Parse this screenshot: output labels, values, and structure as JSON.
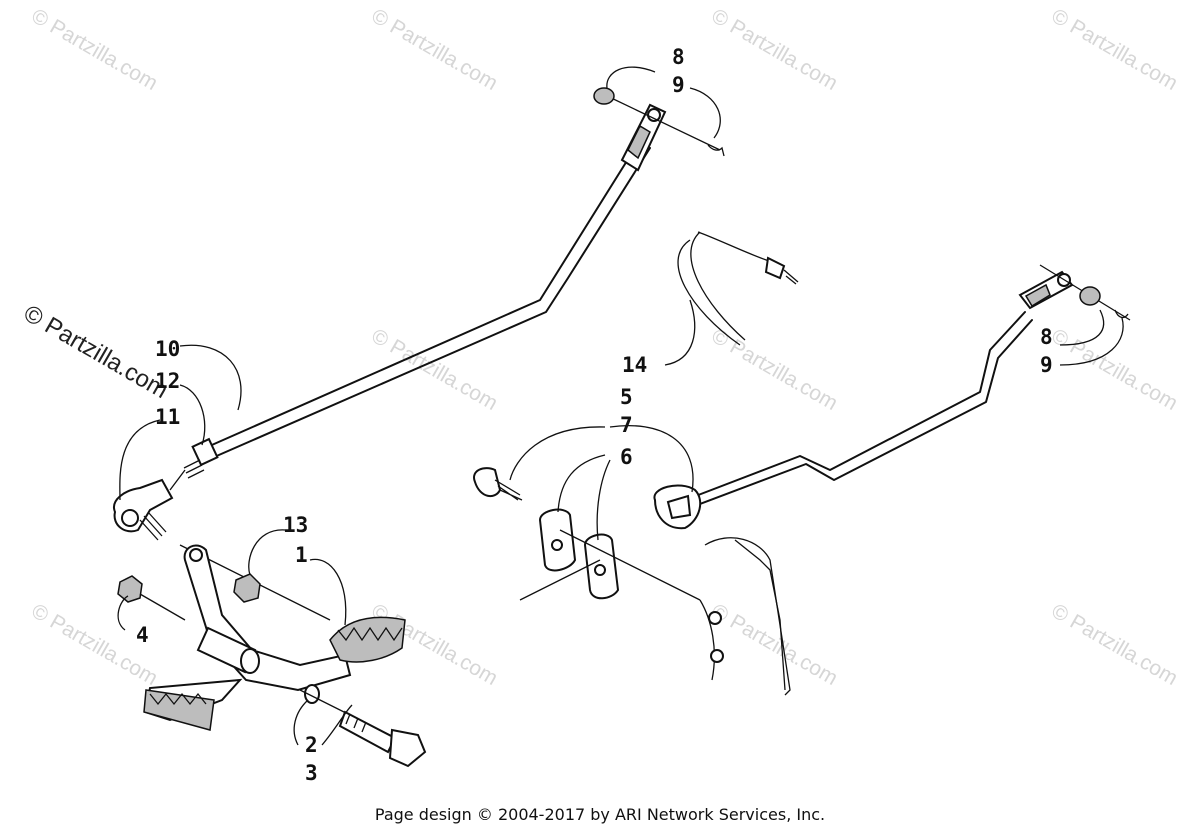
{
  "watermark": {
    "text": "© Partzilla.com",
    "prominent_text": "© Partzilla.com"
  },
  "callouts": {
    "c8_top": "8",
    "c9_top": "9",
    "c10": "10",
    "c12": "12",
    "c11": "11",
    "c13": "13",
    "c1": "1",
    "c4": "4",
    "c2": "2",
    "c3": "3",
    "c14": "14",
    "c5": "5",
    "c7": "7",
    "c6": "6",
    "c8_right": "8",
    "c9_right": "9"
  },
  "footer": {
    "text": "Page design © 2004-2017 by ARI Network Services, Inc."
  }
}
